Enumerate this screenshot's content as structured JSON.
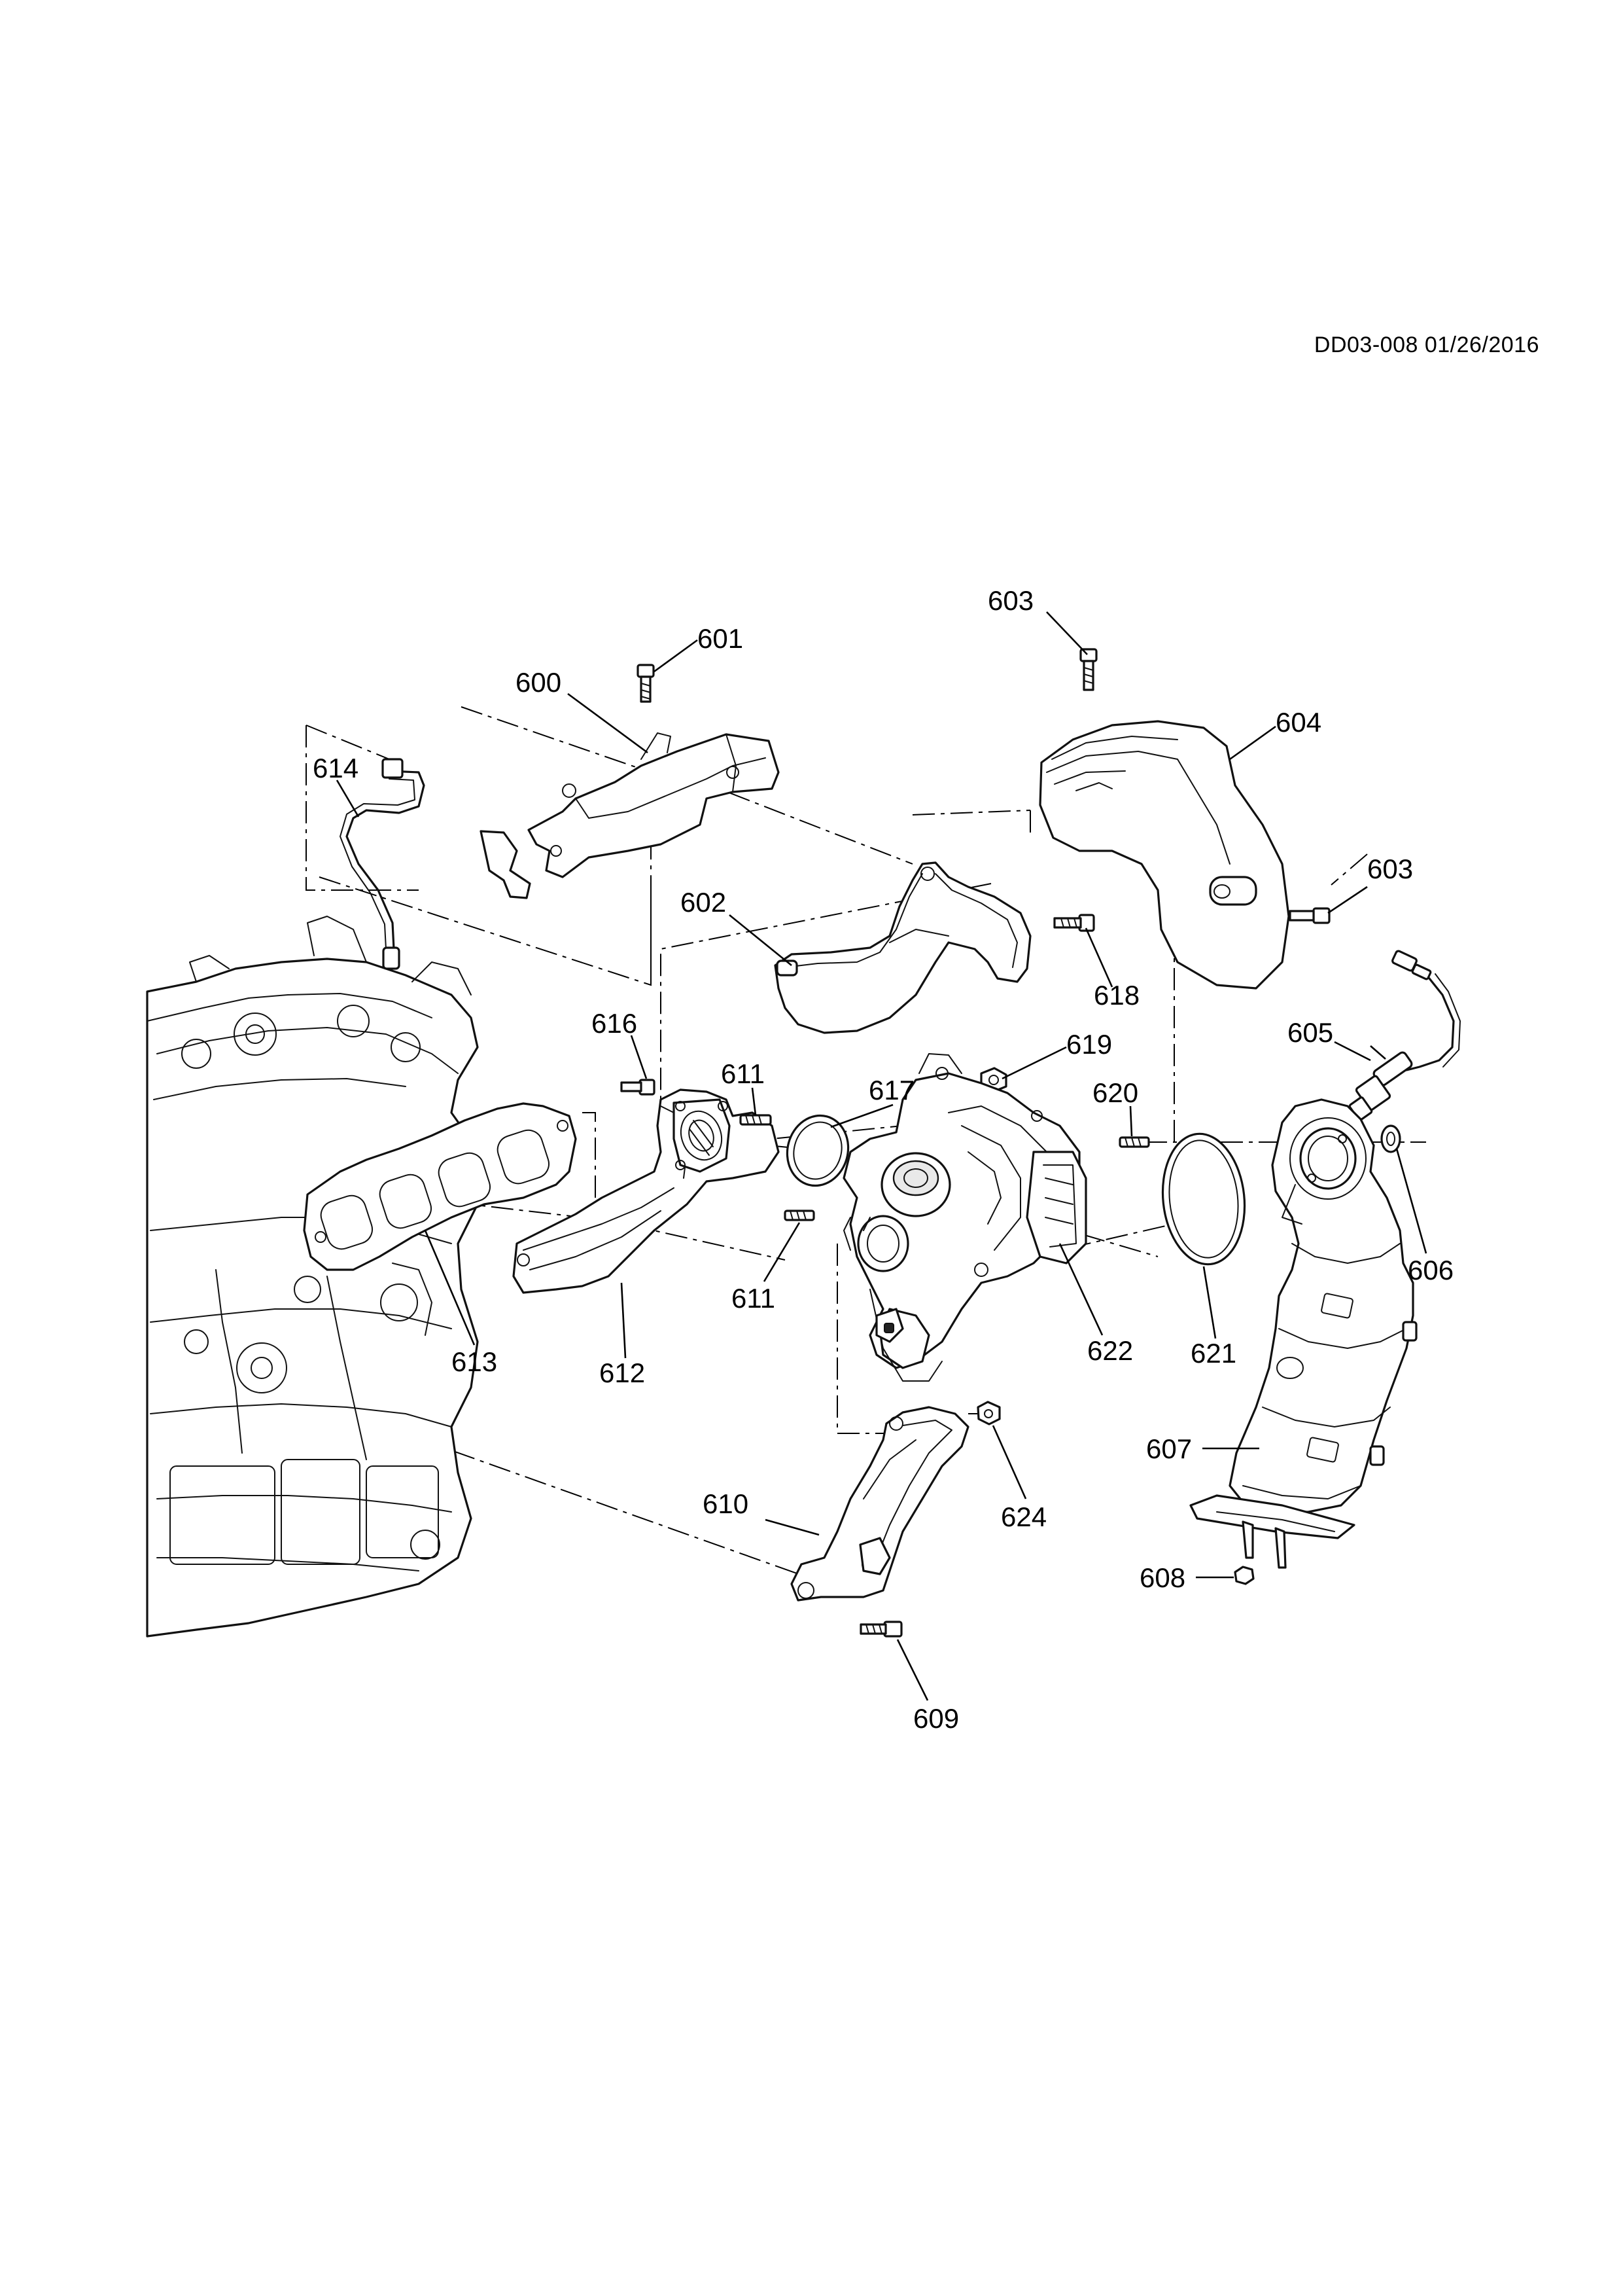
{
  "document_id": "DD03-008 01/26/2016",
  "callouts": [
    {
      "id": "c603a",
      "label": "603"
    },
    {
      "id": "c601",
      "label": "601"
    },
    {
      "id": "c600",
      "label": "600"
    },
    {
      "id": "c604",
      "label": "604"
    },
    {
      "id": "c614",
      "label": "614"
    },
    {
      "id": "c603b",
      "label": "603"
    },
    {
      "id": "c602",
      "label": "602"
    },
    {
      "id": "c618",
      "label": "618"
    },
    {
      "id": "c605",
      "label": "605"
    },
    {
      "id": "c616",
      "label": "616"
    },
    {
      "id": "c619",
      "label": "619"
    },
    {
      "id": "c611a",
      "label": "611"
    },
    {
      "id": "c617",
      "label": "617"
    },
    {
      "id": "c620",
      "label": "620"
    },
    {
      "id": "c606",
      "label": "606"
    },
    {
      "id": "c611b",
      "label": "611"
    },
    {
      "id": "c622",
      "label": "622"
    },
    {
      "id": "c621",
      "label": "621"
    },
    {
      "id": "c613",
      "label": "613"
    },
    {
      "id": "c612",
      "label": "612"
    },
    {
      "id": "c607",
      "label": "607"
    },
    {
      "id": "c610",
      "label": "610"
    },
    {
      "id": "c624",
      "label": "624"
    },
    {
      "id": "c608",
      "label": "608"
    },
    {
      "id": "c609",
      "label": "609"
    }
  ]
}
